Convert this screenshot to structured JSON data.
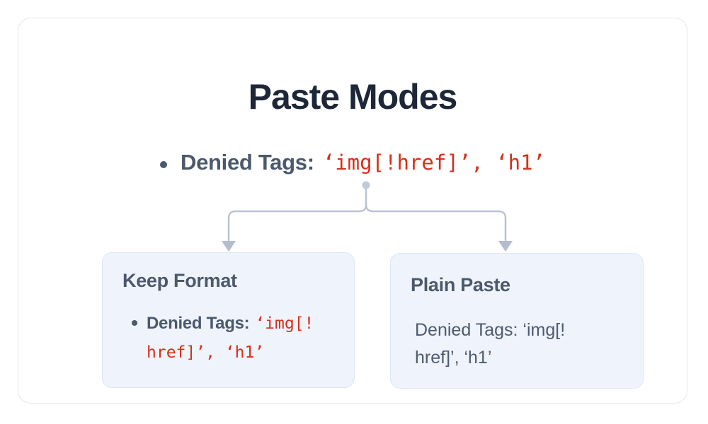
{
  "title": "Paste Modes",
  "root_item": {
    "label": "Denied Tags:",
    "code": "‘img[!href]’, ‘h1’"
  },
  "branches": {
    "keep_format": {
      "title": "Keep Format",
      "item_label": "Denied Tags:",
      "code_line1": "‘img[!",
      "code_line2": "href]’, ‘h1’"
    },
    "plain_paste": {
      "title": "Plain Paste",
      "body_line1": "Denied Tags: ‘img[!",
      "body_line2": "href]’, ‘h1’"
    }
  },
  "colors": {
    "title_navy": "#1d2738",
    "label_slate": "#4a596c",
    "body_slate": "#4d5b6e",
    "code_red": "#d92e19",
    "node_background": "#eff3fb",
    "node_border": "#dde6f5",
    "card_border": "#e3e5e8",
    "connector_gray": "#b8c3d3"
  }
}
